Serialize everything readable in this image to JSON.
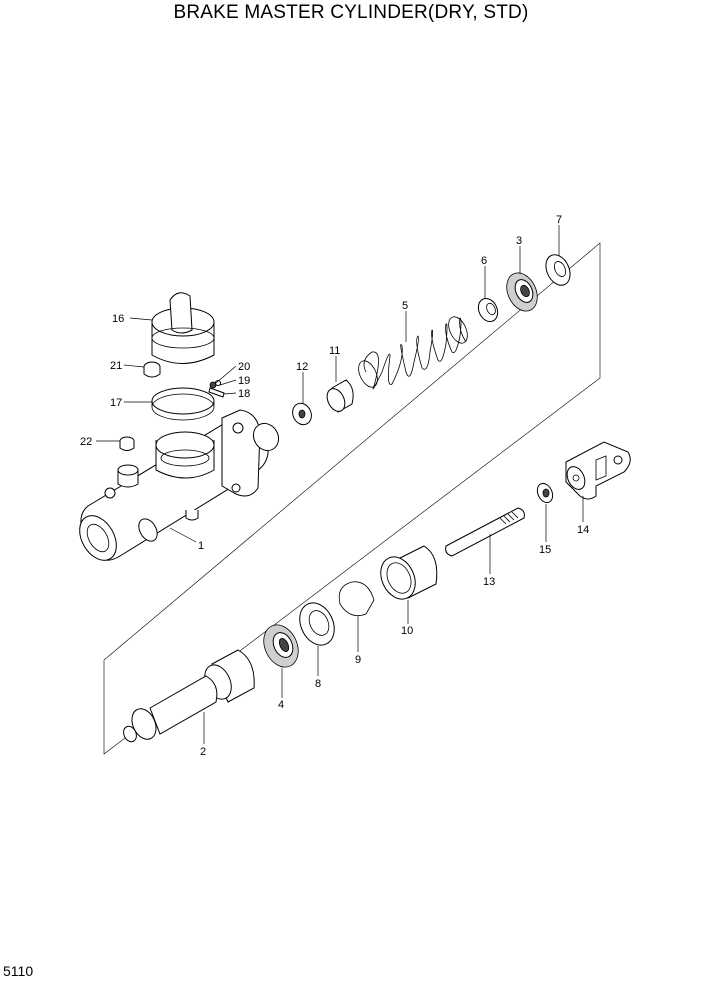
{
  "page": {
    "title": "BRAKE MASTER CYLINDER(DRY, STD)",
    "page_number": "5110"
  },
  "callouts": [
    {
      "id": "1",
      "label": "1"
    },
    {
      "id": "2",
      "label": "2"
    },
    {
      "id": "3",
      "label": "3"
    },
    {
      "id": "4",
      "label": "4"
    },
    {
      "id": "5",
      "label": "5"
    },
    {
      "id": "6",
      "label": "6"
    },
    {
      "id": "7",
      "label": "7"
    },
    {
      "id": "8",
      "label": "8"
    },
    {
      "id": "9",
      "label": "9"
    },
    {
      "id": "10",
      "label": "10"
    },
    {
      "id": "11",
      "label": "11"
    },
    {
      "id": "12",
      "label": "12"
    },
    {
      "id": "13",
      "label": "13"
    },
    {
      "id": "14",
      "label": "14"
    },
    {
      "id": "15",
      "label": "15"
    },
    {
      "id": "16",
      "label": "16"
    },
    {
      "id": "17",
      "label": "17"
    },
    {
      "id": "18",
      "label": "18"
    },
    {
      "id": "19",
      "label": "19"
    },
    {
      "id": "20",
      "label": "20"
    },
    {
      "id": "21",
      "label": "21"
    },
    {
      "id": "22",
      "label": "22"
    }
  ]
}
